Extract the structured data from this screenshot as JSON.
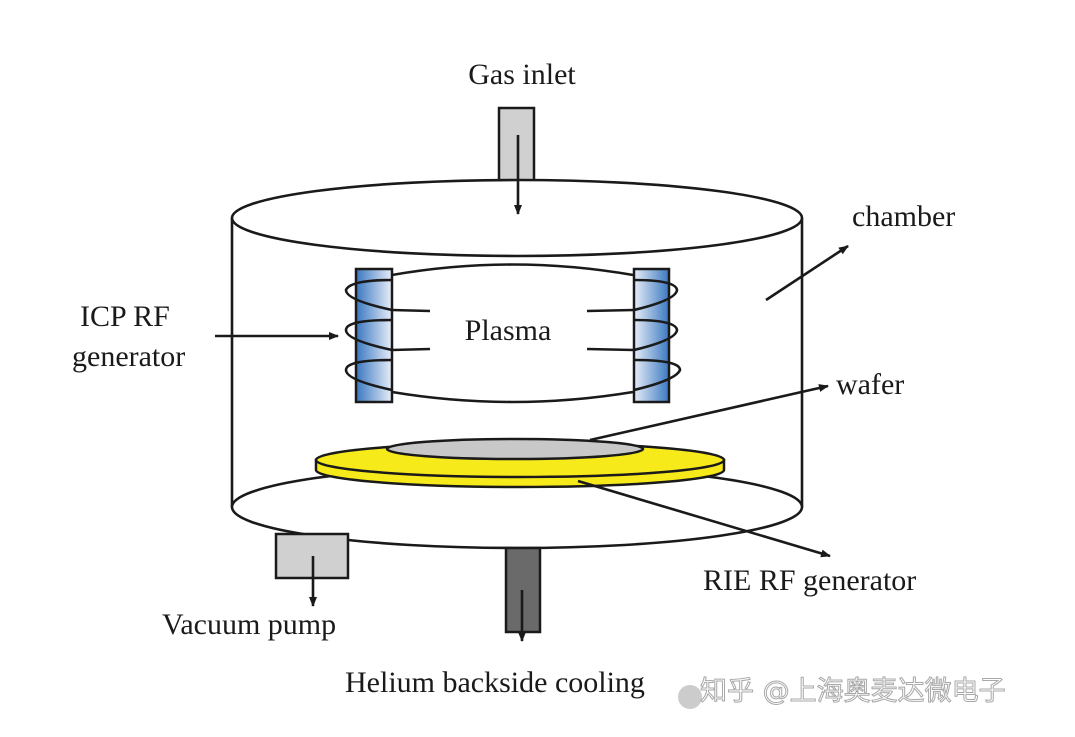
{
  "labels": {
    "gas_inlet": "Gas inlet",
    "chamber": "chamber",
    "icp_line1": "ICP RF",
    "icp_line2": "generator",
    "plasma": "Plasma",
    "wafer": "wafer",
    "rie": "RIE RF generator",
    "vacuum": "Vacuum pump",
    "helium": "Helium backside cooling"
  },
  "watermark": "知乎 @上海奥麦达微电子",
  "colors": {
    "coil_blue": "#3a78c0",
    "chuck_yellow": "#f7ea1a",
    "wafer_gray": "#c8c8c8",
    "pipe_light": "#d0d0d0",
    "pipe_dark": "#6a6a6a"
  }
}
